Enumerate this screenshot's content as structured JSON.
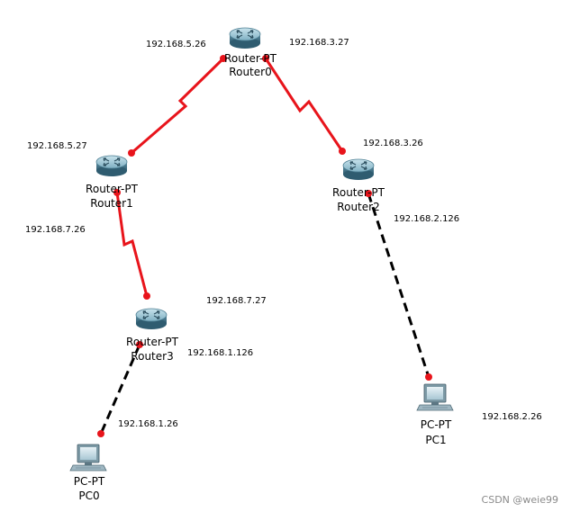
{
  "devices": {
    "router0": {
      "type": "Router-PT",
      "name": "Router0"
    },
    "router1": {
      "type": "Router-PT",
      "name": "Router1"
    },
    "router2": {
      "type": "Router-PT",
      "name": "Router2"
    },
    "router3": {
      "type": "Router-PT",
      "name": "Router3"
    },
    "pc0": {
      "type": "PC-PT",
      "name": "PC0"
    },
    "pc1": {
      "type": "PC-PT",
      "name": "PC1"
    }
  },
  "addresses": {
    "r0_to_r1": "192.168.5.26",
    "r0_to_r2": "192.168.3.27",
    "r1_to_r0": "192.168.5.27",
    "r1_to_r3": "192.168.7.26",
    "r2_to_r0": "192.168.3.26",
    "r2_to_pc1": "192.168.2.126",
    "r3_to_r1": "192.168.7.27",
    "r3_to_pc0": "192.168.1.126",
    "pc0": "192.168.1.26",
    "pc1": "192.168.2.26"
  },
  "links": {
    "serial_color": "#e8141b",
    "ethernet_color": "#000000",
    "endpoint_color": "#e8141b"
  },
  "watermark": "CSDN @weie99"
}
